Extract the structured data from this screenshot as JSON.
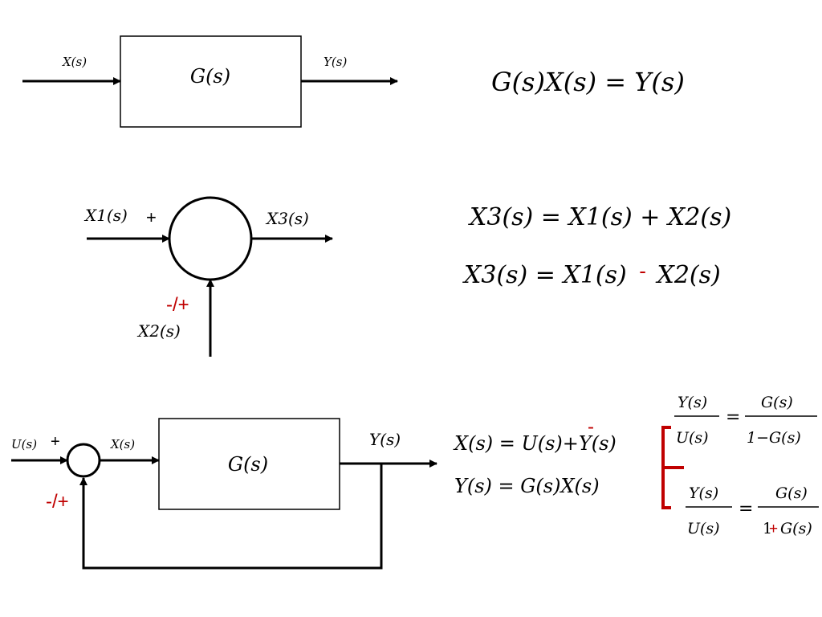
{
  "colors": {
    "line": "#000000",
    "accent": "#c00000"
  },
  "diagram1": {
    "input_label": "X(s)",
    "output_label": "Y(s)",
    "block_label": "G(s)",
    "equation": "G(s)X(s) = Y(s)"
  },
  "diagram2": {
    "input1_label": "X1(s)",
    "input1_sign": "+",
    "output_label": "X3(s)",
    "input2_sign": "-/+",
    "input2_label": "X2(s)",
    "equation_sum": "X3(s) = X1(s) + X2(s)",
    "equation_diff_left": "X3(s) = X1(s)",
    "equation_diff_op": "-",
    "equation_diff_right": "X2(s)"
  },
  "diagram3": {
    "input_label": "U(s)",
    "input_sign": "+",
    "error_label": "X(s)",
    "block_label": "G(s)",
    "output_label": "Y(s)",
    "feedback_sign": "-/+",
    "eq_x_left": "X(s) = U(s)",
    "eq_x_op_alt": "-",
    "eq_x_right": "+Y(s)",
    "eq_y": "Y(s) = G(s)X(s)",
    "tf1_num": "Y(s)",
    "tf1_den": "U(s)",
    "tf1_eq": "=",
    "tf1_rhs_num": "G(s)",
    "tf1_rhs_den": "1−G(s)",
    "tf2_num": "Y(s)",
    "tf2_den": "U(s)",
    "tf2_eq": "=",
    "tf2_rhs_num": "G(s)",
    "tf2_rhs_den_1": "1",
    "tf2_rhs_den_op": "+",
    "tf2_rhs_den_g": "G(s)"
  }
}
